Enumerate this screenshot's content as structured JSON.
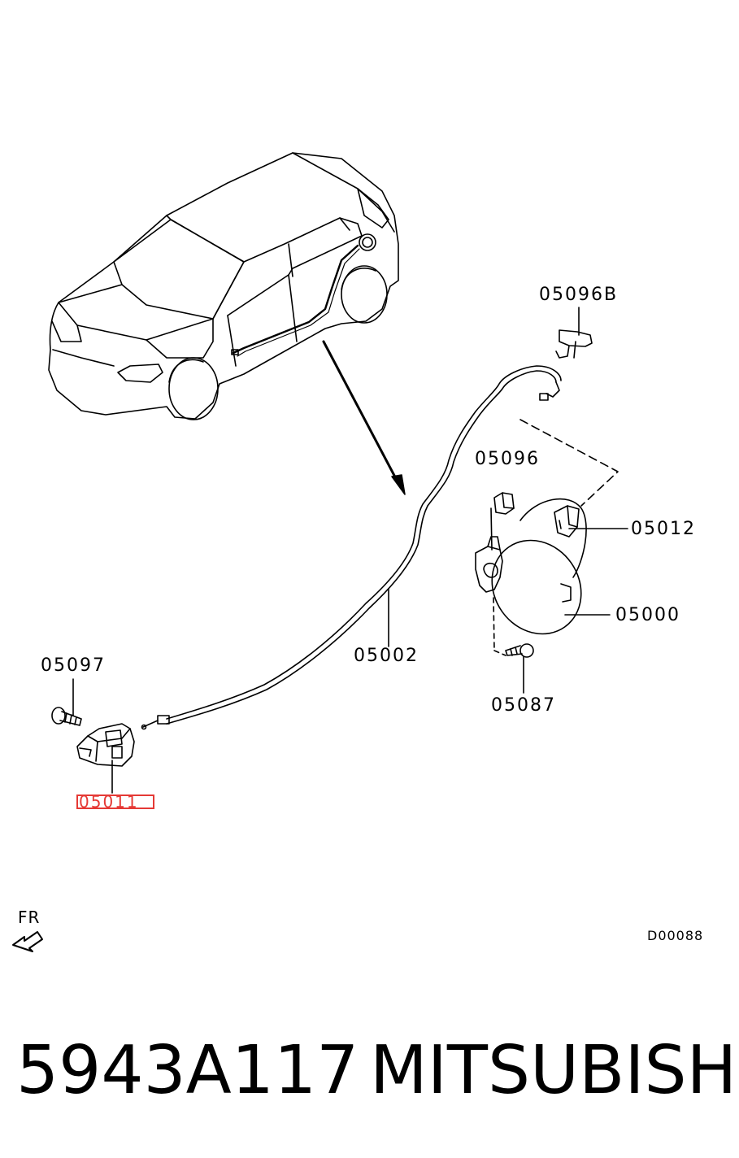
{
  "labels": {
    "p05096B": "05096B",
    "p05096": "05096",
    "p05012": "05012",
    "p05000": "05000",
    "p05002": "05002",
    "p05087": "05087",
    "p05097": "05097",
    "p05011": "05011",
    "fr": "FR",
    "diagram_code": "D00088"
  },
  "caption": {
    "part_number": "5943A117",
    "brand": "MITSUBISHI"
  },
  "colors": {
    "line": "#000000",
    "highlight": "#e53935"
  }
}
